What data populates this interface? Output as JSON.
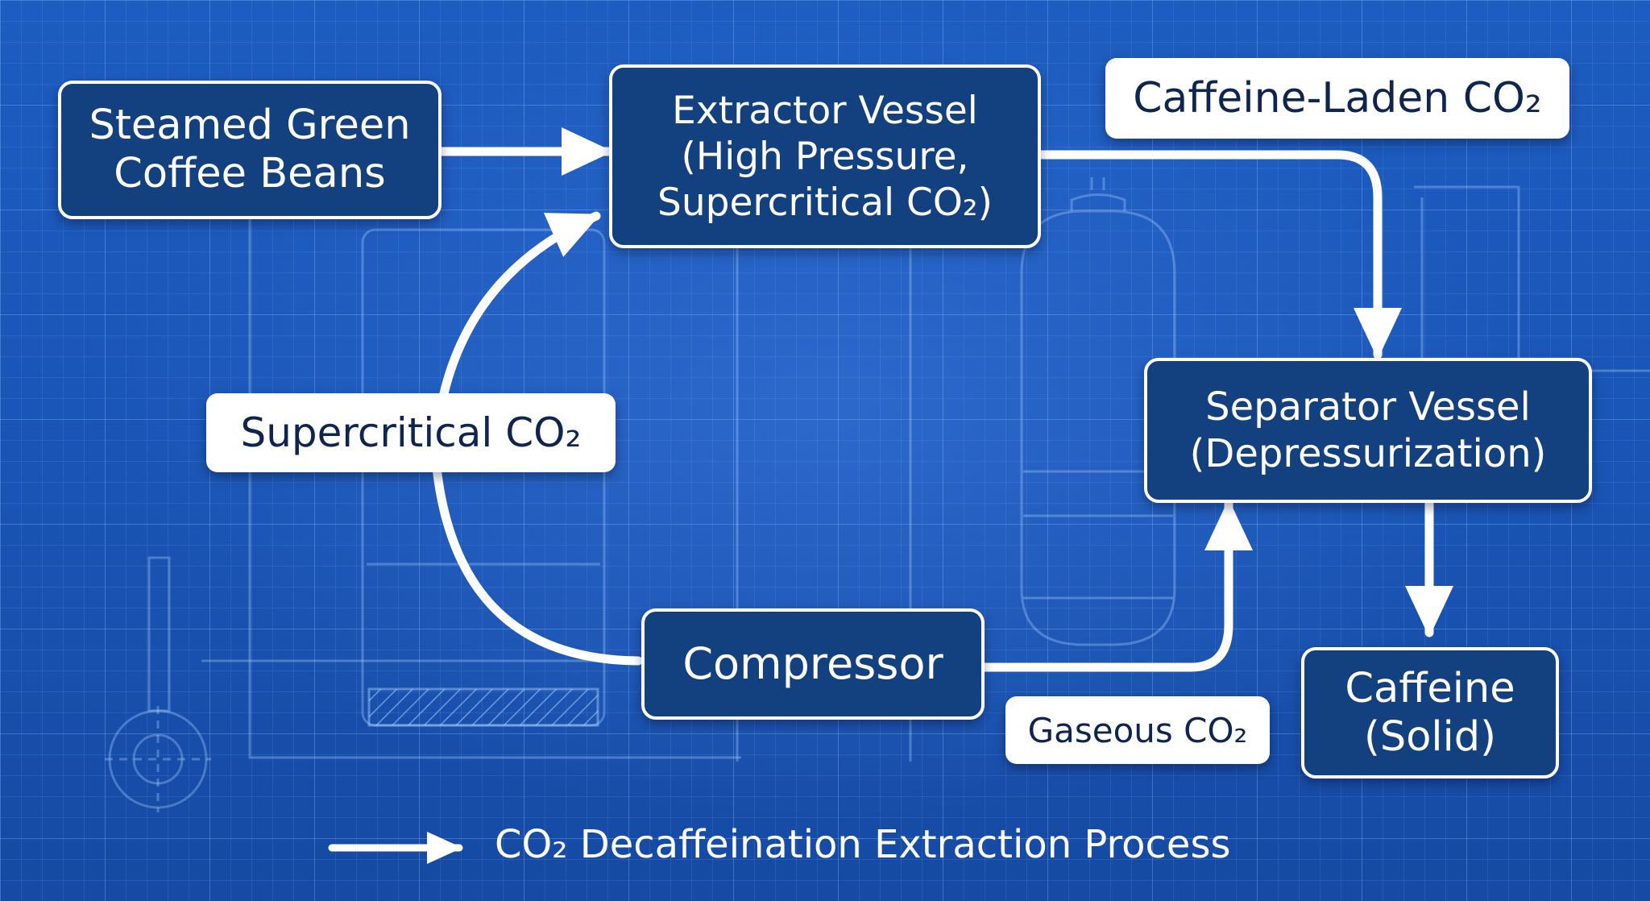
{
  "diagram": {
    "nodes": {
      "beans": {
        "lines": [
          "Steamed Green",
          "Coffee Beans"
        ]
      },
      "extractor": {
        "lines": [
          "Extractor Vessel",
          "(High Pressure,",
          "Supercritical CO₂)"
        ]
      },
      "separator": {
        "lines": [
          "Separator Vessel",
          "(Depressurization)"
        ]
      },
      "compressor": {
        "lines": [
          "Compressor"
        ]
      },
      "caffeine": {
        "lines": [
          "Caffeine",
          "(Solid)"
        ]
      }
    },
    "edge_labels": {
      "caffeine_laden": "Caffeine-Laden CO₂",
      "supercritical": "Supercritical CO₂",
      "gaseous": "Gaseous CO₂"
    },
    "legend": "CO₂ Decaffeination Extraction Process"
  },
  "colors": {
    "background": "#1a55b6",
    "node_fill": "#13407e",
    "stroke": "#ffffff",
    "label_text": "#0e2550"
  }
}
